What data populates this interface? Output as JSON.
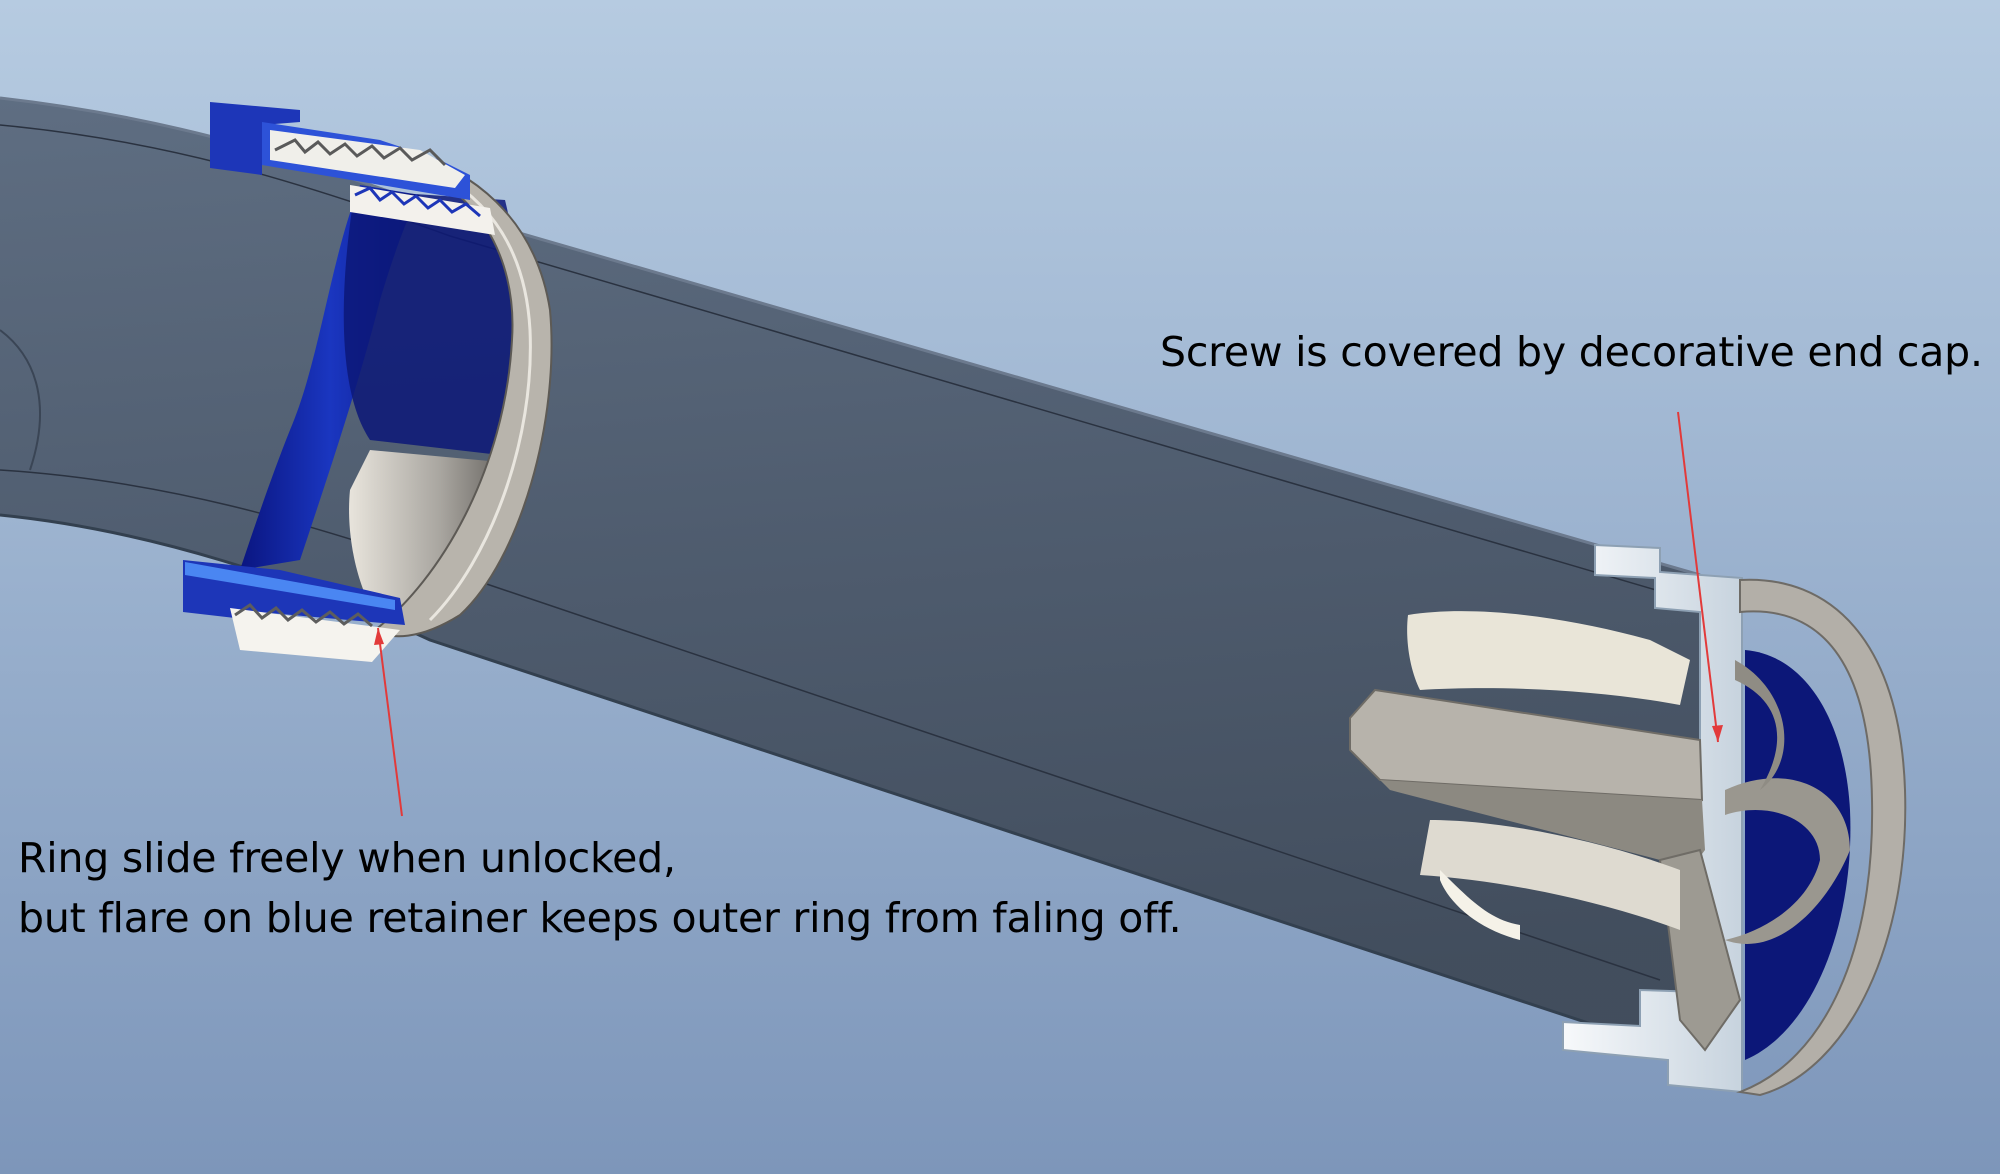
{
  "annotations": {
    "end_cap": "Screw is covered by decorative end cap.",
    "ring_line1": "Ring slide freely when unlocked,",
    "ring_line2": "but flare on blue retainer keeps outer ring from faling off."
  },
  "colors": {
    "background_top": "#b6cbe1",
    "background_bottom": "#7d96ba",
    "tube": "#4f5d70",
    "retainer_blue": "#1d36b8",
    "retainer_highlight": "#4a86f2",
    "inner_blue": "#0c1778",
    "ring_grey": "#a9a6a0",
    "end_cap_white": "#eaf1f7",
    "screw_grey": "#a19e96",
    "leader_red": "#e23a3a"
  }
}
